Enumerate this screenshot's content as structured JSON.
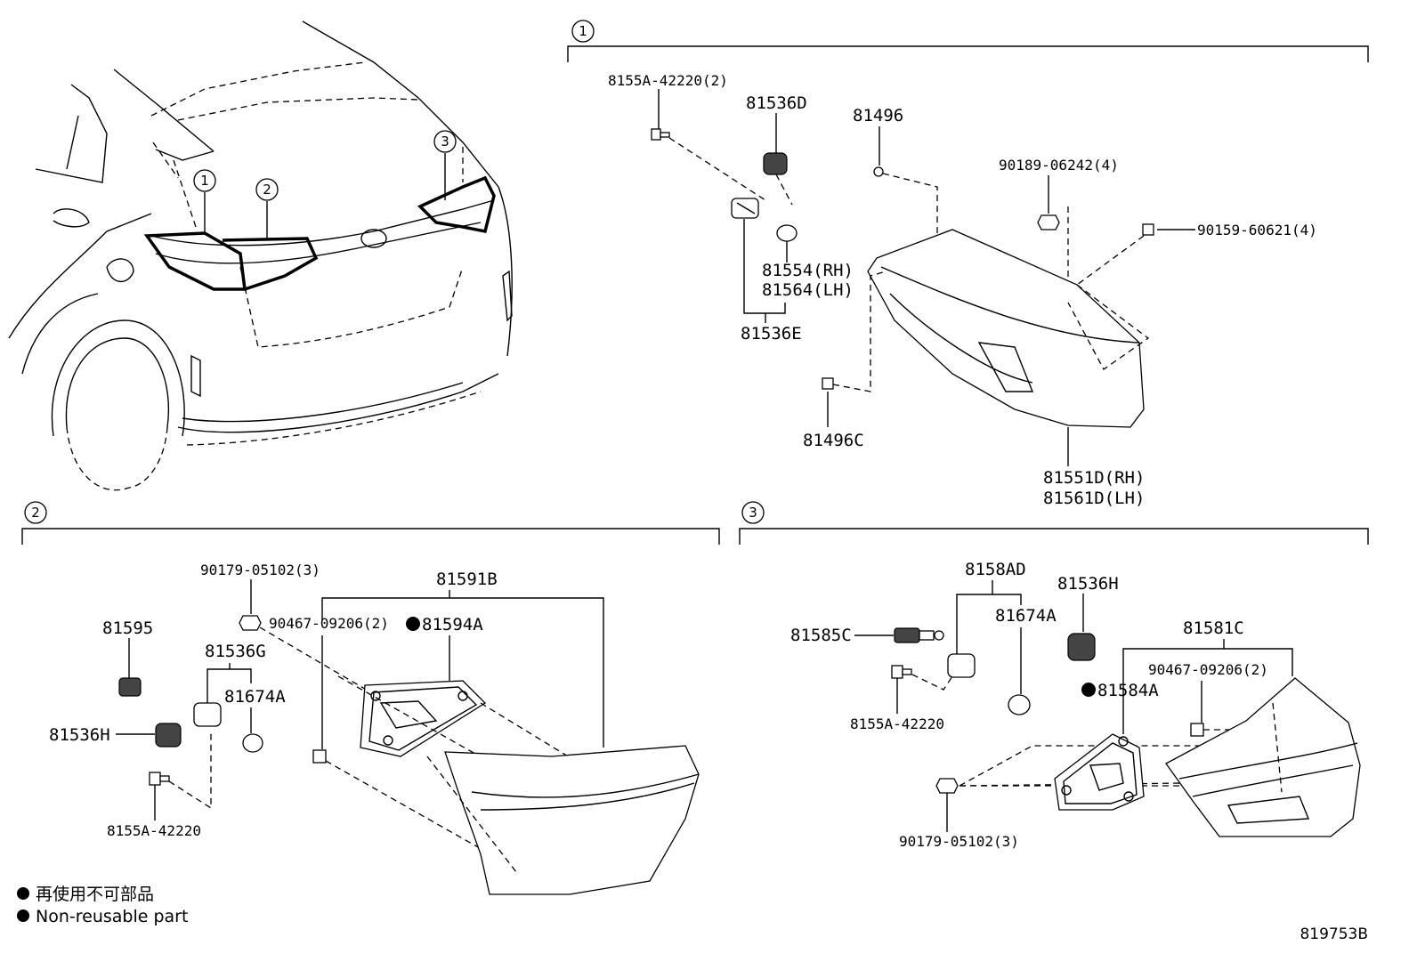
{
  "sections": {
    "s1": {
      "number": "1"
    },
    "s2": {
      "number": "2"
    },
    "s3": {
      "number": "3"
    }
  },
  "car_callouts": [
    "1",
    "2",
    "3"
  ],
  "parts": {
    "p_8155A_42220_2": "8155A-42220(2)",
    "p_81536D": "81536D",
    "p_81496": "81496",
    "p_90189_06242": "90189-06242(4)",
    "p_90159_60621": "90159-60621(4)",
    "p_81554": "81554(RH)",
    "p_81564": "81564(LH)",
    "p_81536E": "81536E",
    "p_81496C": "81496C",
    "p_81551D": "81551D(RH)",
    "p_81561D": "81561D(LH)",
    "p_90179_05102_s2": "90179-05102(3)",
    "p_81591B": "81591B",
    "p_90467_09206_s2": "90467-09206(2)",
    "p_81594A": "81594A",
    "p_81595": "81595",
    "p_81536G": "81536G",
    "p_81674A_s2": "81674A",
    "p_81536H_s2": "81536H",
    "p_8155A_42220_s2": "8155A-42220",
    "p_8158AD": "8158AD",
    "p_81536H_s3": "81536H",
    "p_81585C": "81585C",
    "p_81674A_s3": "81674A",
    "p_81581C": "81581C",
    "p_90467_09206_s3": "90467-09206(2)",
    "p_81584A": "81584A",
    "p_8155A_42220_s3": "8155A-42220",
    "p_90179_05102_s3": "90179-05102(3)"
  },
  "legend": {
    "line1": "再使用不可部品",
    "line2": "Non-reusable part",
    "marker_color": "#000000"
  },
  "diagram_code": "819753B"
}
